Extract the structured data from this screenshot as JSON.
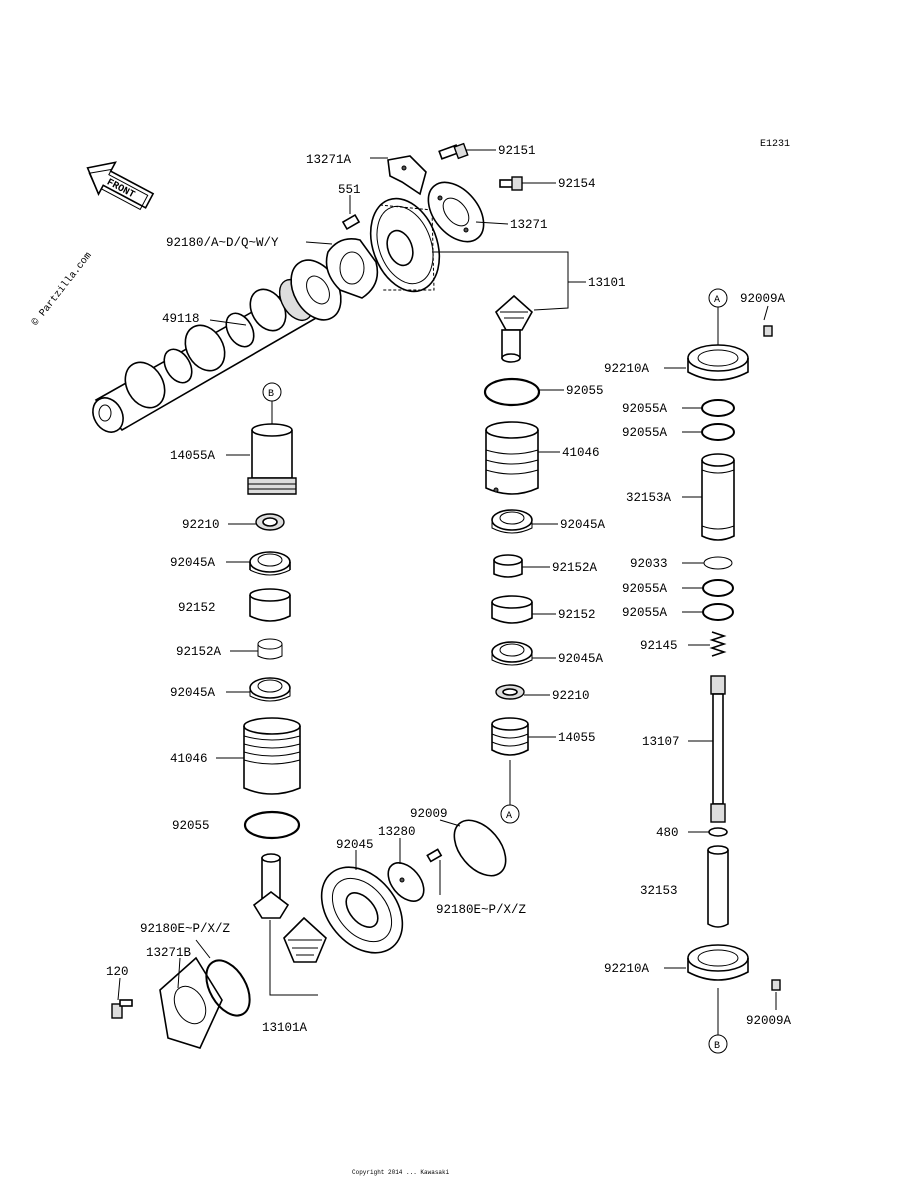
{
  "diagram_code": "E1231",
  "watermark": "© Partzilla.com",
  "front_label": "FRONT",
  "footer": "Copyright 2014 ... Kawasaki",
  "callouts": {
    "A": "A",
    "B": "B"
  },
  "parts": {
    "p13271A": "13271A",
    "p92151": "92151",
    "p92154": "92154",
    "p551": "551",
    "p13271": "13271",
    "p92180AY": "92180/A~D/Q~W/Y",
    "p13101": "13101",
    "p49118": "49118",
    "p92055_top": "92055",
    "p41046_right": "41046",
    "p92045A_r1": "92045A",
    "p92152A_r": "92152A",
    "p92152_r": "92152",
    "p92045A_r2": "92045A",
    "p92210_r": "92210",
    "p14055_r": "14055",
    "p14055A": "14055A",
    "p92210_l": "92210",
    "p92045A_l1": "92045A",
    "p92152_l": "92152",
    "p92152A_l": "92152A",
    "p92045A_l2": "92045A",
    "p41046_left": "41046",
    "p92055_left": "92055",
    "p92009": "92009",
    "p13280": "13280",
    "p92045": "92045",
    "p92180EZ_r": "92180E~P/X/Z",
    "p92180EZ_l": "92180E~P/X/Z",
    "p13271B": "13271B",
    "p120": "120",
    "p13101A": "13101A",
    "p92009A_top": "92009A",
    "p92210A_top": "92210A",
    "p92055A_1": "92055A",
    "p92055A_2": "92055A",
    "p32153A": "32153A",
    "p92033": "92033",
    "p92055A_3": "92055A",
    "p92055A_4": "92055A",
    "p92145": "92145",
    "p13107": "13107",
    "p480": "480",
    "p32153": "32153",
    "p92210A_bot": "92210A",
    "p92009A_bot": "92009A"
  }
}
